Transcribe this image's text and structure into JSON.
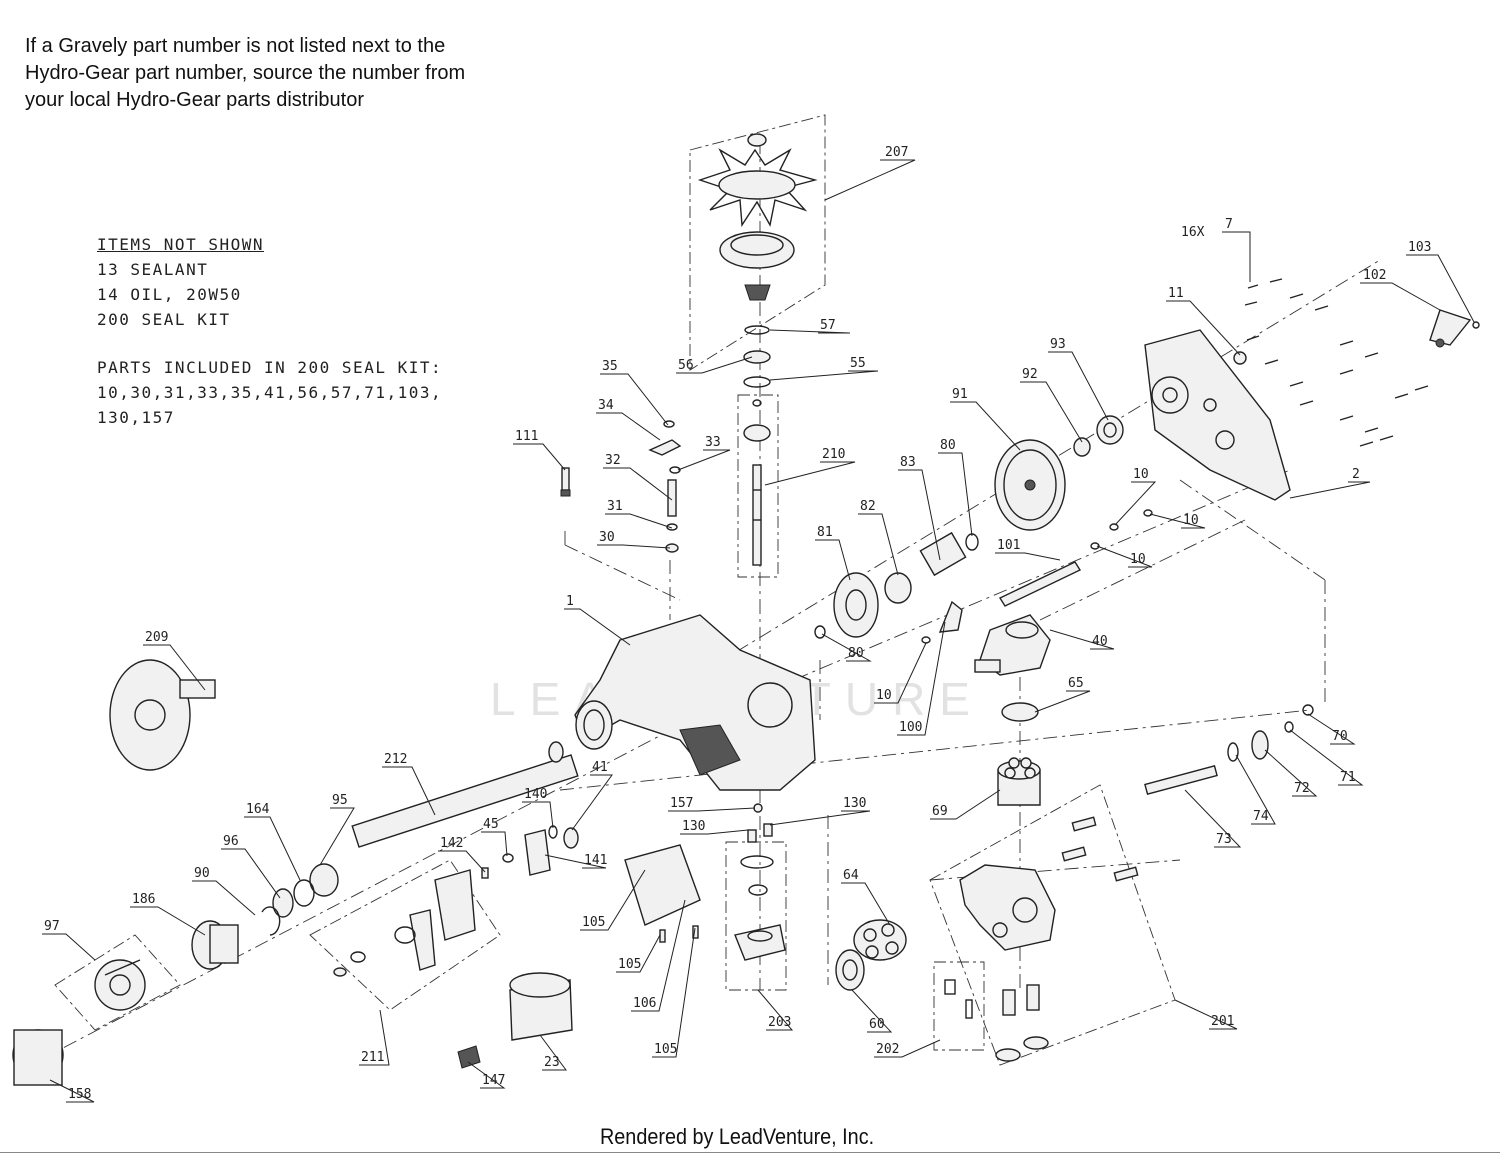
{
  "note": {
    "lines": [
      "If a Gravely part number is not listed next to the",
      "Hydro-Gear part number, source the number from",
      "your local Hydro-Gear parts distributor"
    ]
  },
  "legend": {
    "title": "ITEMS NOT SHOWN",
    "items": [
      "13 SEALANT",
      "14 OIL, 20W50",
      "200 SEAL KIT"
    ],
    "kit_lines": [
      "PARTS INCLUDED IN 200 SEAL KIT:",
      "10,30,31,33,35,41,56,57,71,103,",
      "130,157"
    ]
  },
  "watermark": {
    "text": "LEADVENTURE"
  },
  "footer": {
    "text": "Rendered by LeadVenture, Inc."
  },
  "callouts": [
    {
      "id": "c207",
      "label": "207"
    },
    {
      "id": "c57",
      "label": "57"
    },
    {
      "id": "c56",
      "label": "56"
    },
    {
      "id": "c55",
      "label": "55"
    },
    {
      "id": "c35",
      "label": "35"
    },
    {
      "id": "c34",
      "label": "34"
    },
    {
      "id": "c33",
      "label": "33"
    },
    {
      "id": "c32",
      "label": "32"
    },
    {
      "id": "c31",
      "label": "31"
    },
    {
      "id": "c30",
      "label": "30"
    },
    {
      "id": "c210",
      "label": "210"
    },
    {
      "id": "c111",
      "label": "111"
    },
    {
      "id": "c16x",
      "label": "16X"
    },
    {
      "id": "c7",
      "label": "7"
    },
    {
      "id": "c103",
      "label": "103"
    },
    {
      "id": "c102",
      "label": "102"
    },
    {
      "id": "c11",
      "label": "11"
    },
    {
      "id": "c93",
      "label": "93"
    },
    {
      "id": "c92",
      "label": "92"
    },
    {
      "id": "c91",
      "label": "91"
    },
    {
      "id": "c83",
      "label": "83"
    },
    {
      "id": "c80a",
      "label": "80"
    },
    {
      "id": "c82",
      "label": "82"
    },
    {
      "id": "c81",
      "label": "81"
    },
    {
      "id": "c80b",
      "label": "80"
    },
    {
      "id": "c2",
      "label": "2"
    },
    {
      "id": "c10a",
      "label": "10"
    },
    {
      "id": "c10b",
      "label": "10"
    },
    {
      "id": "c10c",
      "label": "10"
    },
    {
      "id": "c101",
      "label": "101"
    },
    {
      "id": "c10d",
      "label": "10"
    },
    {
      "id": "c100",
      "label": "100"
    },
    {
      "id": "c40",
      "label": "40"
    },
    {
      "id": "c1",
      "label": "1"
    },
    {
      "id": "c209",
      "label": "209"
    },
    {
      "id": "c65",
      "label": "65"
    },
    {
      "id": "c70",
      "label": "70"
    },
    {
      "id": "c71",
      "label": "71"
    },
    {
      "id": "c72",
      "label": "72"
    },
    {
      "id": "c74",
      "label": "74"
    },
    {
      "id": "c73",
      "label": "73"
    },
    {
      "id": "c69",
      "label": "69"
    },
    {
      "id": "c212",
      "label": "212"
    },
    {
      "id": "c41",
      "label": "41"
    },
    {
      "id": "c140",
      "label": "140"
    },
    {
      "id": "c157",
      "label": "157"
    },
    {
      "id": "c130a",
      "label": "130"
    },
    {
      "id": "c130b",
      "label": "130"
    },
    {
      "id": "c164",
      "label": "164"
    },
    {
      "id": "c95",
      "label": "95"
    },
    {
      "id": "c96",
      "label": "96"
    },
    {
      "id": "c45",
      "label": "45"
    },
    {
      "id": "c142",
      "label": "142"
    },
    {
      "id": "c141",
      "label": "141"
    },
    {
      "id": "c90",
      "label": "90"
    },
    {
      "id": "c186",
      "label": "186"
    },
    {
      "id": "c97",
      "label": "97"
    },
    {
      "id": "c105a",
      "label": "105"
    },
    {
      "id": "c105b",
      "label": "105"
    },
    {
      "id": "c105c",
      "label": "105"
    },
    {
      "id": "c106",
      "label": "106"
    },
    {
      "id": "c64",
      "label": "64"
    },
    {
      "id": "c201",
      "label": "201"
    },
    {
      "id": "c203",
      "label": "203"
    },
    {
      "id": "c60",
      "label": "60"
    },
    {
      "id": "c202",
      "label": "202"
    },
    {
      "id": "c211",
      "label": "211"
    },
    {
      "id": "c23",
      "label": "23"
    },
    {
      "id": "c147",
      "label": "147"
    },
    {
      "id": "c158",
      "label": "158"
    }
  ]
}
